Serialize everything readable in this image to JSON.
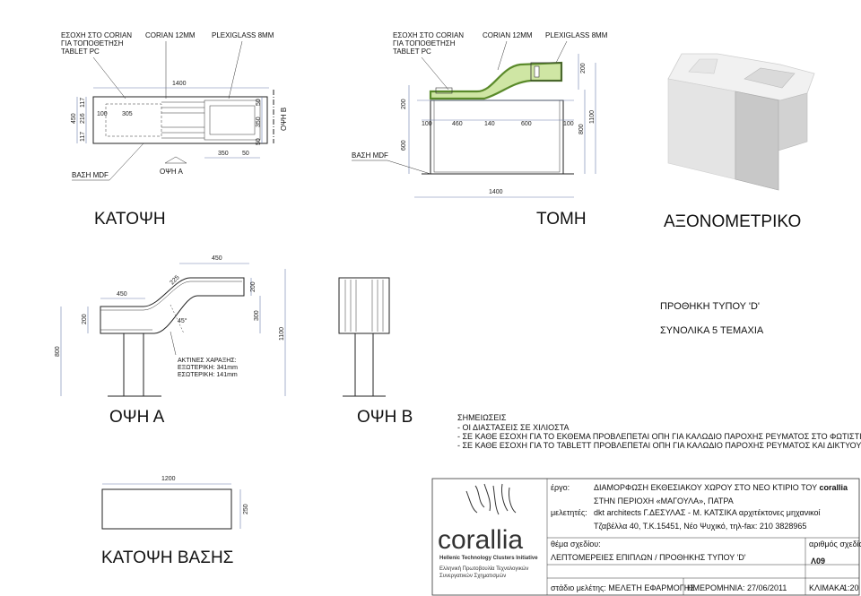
{
  "top_labels": {
    "plan": {
      "niche": [
        "ΕΣΟΧΗ ΣΤΟ CORIAN",
        "ΓΙΑ ΤΟΠΟΘΕΤΗΣΗ",
        "TABLET PC"
      ],
      "corian": "CORIAN 12MM",
      "plexi": "PLEXIGLASS 8MM"
    },
    "section": {
      "niche": [
        "ΕΣΟΧΗ ΣΤΟ CORIAN",
        "ΓΙΑ ΤΟΠΟΘΕΤΗΣΗ",
        "TABLET PC"
      ],
      "corian": "CORIAN 12MM",
      "plexi": "PLEXIGLASS 8MM"
    }
  },
  "plan_dims": {
    "width": "1400",
    "left": "450",
    "v1": "117",
    "v2": "216",
    "v3": "117",
    "h1": "100",
    "h2": "305",
    "s1": "50",
    "s2": "350",
    "s3": "50",
    "b1": "350",
    "b2": "50",
    "view_b": "ΟΨΗ Β",
    "view_a": "ΟΨΗ Α",
    "base": "ΒΑΣΗ MDF"
  },
  "section_dims": {
    "top": "200",
    "left_h": "200",
    "right_h": "200",
    "h_100a": "100",
    "h_460": "460",
    "h_140": "140",
    "h_600": "600",
    "h_100b": "100",
    "v_800": "800",
    "v_1100": "1100",
    "v_600": "600",
    "bottom": "1400",
    "base": "ΒΑΣΗ MDF"
  },
  "titles": {
    "plan": "ΚΑΤΟΨΗ",
    "section": "ΤΟΜΗ",
    "axon": "ΑΞΟΝΟΜΕΤΡΙΚΟ",
    "view_a": "ΟΨΗ Α",
    "view_b": "ΟΨΗ Β",
    "base_plan": "ΚΑΤΟΨΗ ΒΑΣΗΣ"
  },
  "view_a_dims": {
    "top": "450",
    "t450": "450",
    "t225": "225",
    "v200": "200",
    "v300": "300",
    "r200": "200",
    "v800": "800",
    "v1100": "1100",
    "angle": "45°"
  },
  "radii": [
    "ΑΚΤΙΝΕΣ ΧΑΡΑΞΗΣ:",
    "ΕΞΩΤΕΡΙΚΗ: 341mm",
    "ΕΣΩΤΕΡΙΚΗ: 141mm"
  ],
  "showcase": {
    "type": "ΠΡΟΘΗΚΗ ΤΥΠΟΥ 'D'",
    "count": "ΣΥΝΟΛΙΚΑ 5   ΤΕΜΑΧΙΑ"
  },
  "notes": {
    "heading": "ΣΗΜΕΙΩΣΕΙΣ",
    "items": [
      "- ΟΙ ΔΙΑΣΤΑΣΕΙΣ ΣΕ ΧΙΛΙΟΣΤΑ",
      "- ΣΕ ΚΑΘΕ ΕΣΟΧΗ ΓΙΑ ΤΟ ΕΚΘΕΜΑ ΠΡΟΒΛΕΠΕΤΑΙ ΟΠΗ ΓΙΑ ΚΑΛΩΔΙΟ ΠΑΡΟΧΗΣ ΡΕΥΜΑΤΟΣ ΣΤΟ ΦΩΤΙΣΤΙΚΟ LED",
      "- ΣΕ ΚΑΘΕ ΕΣΟΧΗ ΓΙΑ ΤΟ TABLETT ΠΡΟΒΛΕΠΕΤΑΙ ΟΠΗ ΓΙΑ ΚΑΛΩΔΙΟ ΠΑΡΟΧΗΣ ΡΕΥΜΑΤΟΣ ΚΑΙ ΔΙΚΤΥΟΥ"
    ]
  },
  "base_plan_dims": {
    "w": "1200",
    "h": "250"
  },
  "logo": {
    "name": "corallia",
    "sub1": "Hellenic Technology Clusters Initiative",
    "sub2": "Ελληνική Πρωτοβουλία Τεχνολογικών",
    "sub3": "Συνεργατικών Σχηματισμών"
  },
  "title_block": {
    "project_label": "έργο:",
    "project": "ΔΙΑΜΟΡΦΩΣΗ ΕΚΘΕΣΙΑΚΟΥ ΧΩΡΟΥ  ΣΤΟ ΝΕΟ ΚΤΙΡΙΟ ΤΟΥ ",
    "project_bold": "corallia",
    "location": "ΣΤΗΝ ΠΕΡΙΟΧΗ «ΜΑΓΟΥΛΑ», ΠΑΤΡΑ",
    "design_label": "μελετητές:",
    "designers": "dkt architects   Γ.ΔΕΣΥΛΑΣ - Μ. ΚΑΤΣΙΚΑ   αρχιτέκτονες μηχανικοί",
    "address": "Τζαβέλλα 40, Τ.Κ.15451, Νέο Ψυχικό, τηλ-fax: 210 3828965",
    "subject_label": "θέμα σχεδίου:",
    "subject": "ΛΕΠΤΟΜΕΡΕΙΕΣ ΕΠΙΠΛΩΝ / ΠΡΟΘΗΚΗΣ ΤΥΠΟΥ 'D'",
    "number_label": "αριθμός σχεδίου:",
    "number": "Λ09",
    "stage": "στάδιο μελέτης: ΜΕΛΕΤΗ ΕΦΑΡΜΟΓΗΣ",
    "date": "ΗΜΕΡΟΜΗΝΙΑ: 27/06/2011",
    "scale_label": "ΚΛΙΜΑΚΑ",
    "scale": "1:20"
  }
}
